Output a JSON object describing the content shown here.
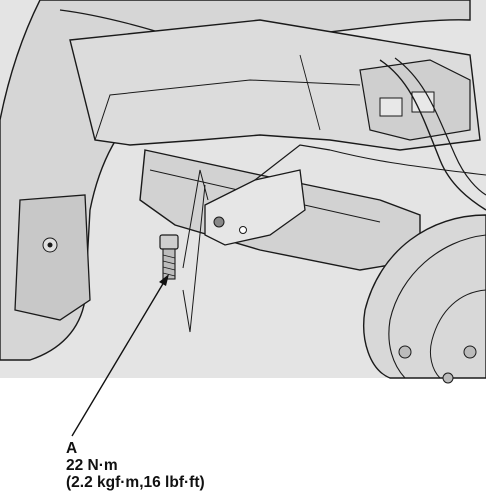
{
  "callout": {
    "label": "A",
    "torque_nm": "22 N·m",
    "torque_alt": "(2.2 kgf·m,16 lbf·ft)"
  },
  "colors": {
    "background_panel": "#e4e4e4",
    "line": "#1a1a1a",
    "part_fill": "#cfcfcf",
    "part_light": "#dcdcdc"
  }
}
